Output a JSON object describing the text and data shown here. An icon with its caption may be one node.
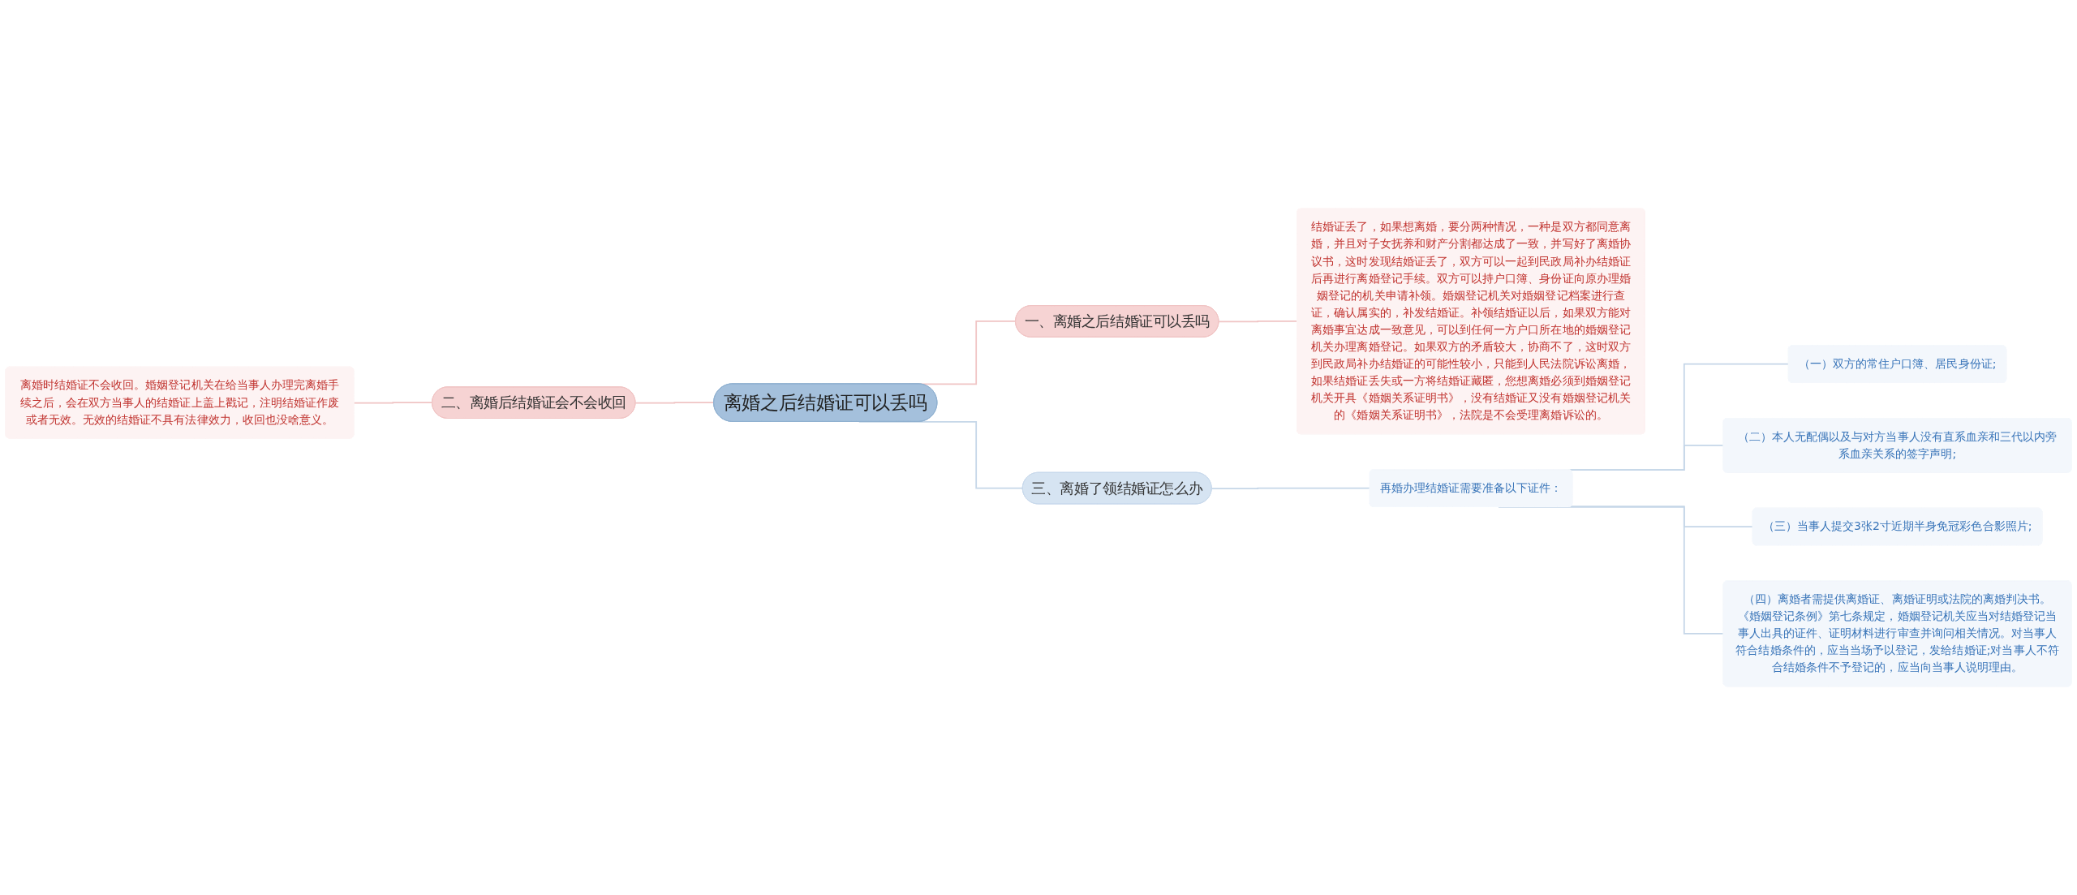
{
  "diagram": {
    "nodes": [
      {
        "text": [
          "离婚之后结婚证可以丢吗"
        ]
      },
      {
        "text": [
          "一、离婚之后结婚证可以丢吗"
        ]
      },
      {
        "text": [
          "结婚证丢了，如果想离婚，要分两种情况，一种是双方都同意离婚，并且对子女抚养和财产分割都达成了一致，并写好了离婚协议书，这时发现结婚证丢了，双方可以一起到民政局补办结婚证后再进行离婚登记手续。双方可以持户口簿、身份证向原办理婚姻登记的机关申请补领。婚姻登记机关对婚姻登记档案进行查证，确认属实的，补发结婚证。补领结婚证以后，如果双方能对离婚事宜达成一致意见，可以到任何一方户口所在地的婚姻登记机关办理离婚登记。如果双方的矛盾较大，协商不了，这时双方到民政局补办结婚证的可能性较小，只能到人民法院诉讼离婚，如果结婚证丢失或一方将结婚证藏匿，您想离婚必须到婚姻登记机关开具《婚姻关系证明书》，没有结婚证又没有婚姻登记机关的《婚姻关系证明书》，法院是不会受理离婚诉讼的。"
        ]
      },
      {
        "text": [
          "二、离婚后结婚证会不会收回"
        ]
      },
      {
        "text": [
          "离婚时结婚证不会收回。婚姻登记机关在给当事人办理完离婚手续之后，会在双方当事人的结婚证上盖上戳记，注明结婚证作废或者无效。无效的结婚证不具有法律效力，收回也没啥意义。"
        ]
      },
      {
        "text": [
          "三、离婚了领结婚证怎么办"
        ]
      },
      {
        "text": [
          "再婚办理结婚证需要准备以下证件："
        ]
      },
      {
        "text": [
          "（一）双方的常住户口簿、居民身份证;"
        ]
      },
      {
        "text": [
          "（二）本人无配偶以及与对方当事人没有直系血亲和三代以内旁系血亲关系的签字声明;"
        ]
      },
      {
        "text": [
          "（三）当事人提交3张2寸近期半身免冠彩色合影照片;"
        ]
      },
      {
        "text": [
          "（四）离婚者需提供离婚证、离婚证明或法院的离婚判决书。《婚姻登记条例》第七条规定，婚姻登记机关应当对结婚登记当事人出具的证件、证明材料进行审查并询问相关情况。对当事人符合结婚条件的，应当当场予以登记，发给结婚证;对当事人不符合结婚条件不予登记的，应当向当事人说明理由。"
        ]
      }
    ],
    "edges": [
      {
        "from": 0,
        "to": 1,
        "arrow": "none",
        "color": "#f0c4c4"
      },
      {
        "from": 1,
        "to": 2,
        "arrow": "none",
        "color": "#f0c4c4"
      },
      {
        "from": 0,
        "to": 3,
        "arrow": "none",
        "color": "#f0c4c4"
      },
      {
        "from": 3,
        "to": 4,
        "arrow": "none",
        "color": "#f0c4c4"
      },
      {
        "from": 0,
        "to": 5,
        "arrow": "none"
      },
      {
        "from": 5,
        "to": 6,
        "arrow": "none"
      },
      {
        "from": 6,
        "to": 7,
        "arrow": "none"
      },
      {
        "from": 6,
        "to": 8,
        "arrow": "none"
      },
      {
        "from": 6,
        "to": 9,
        "arrow": "none"
      },
      {
        "from": 6,
        "to": 10,
        "arrow": "none"
      }
    ]
  }
}
